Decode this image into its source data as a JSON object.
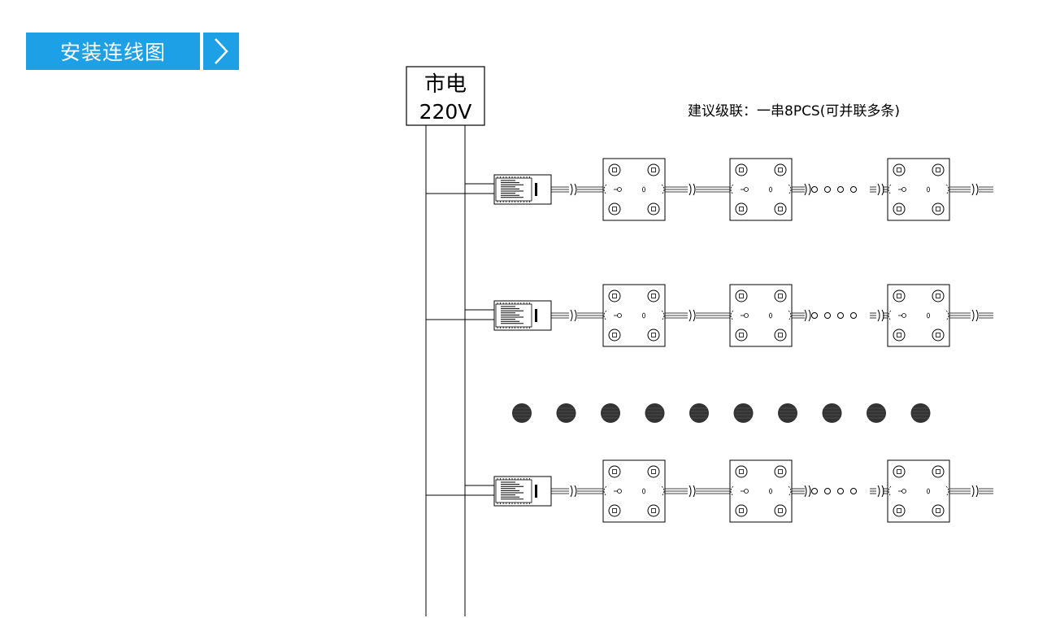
{
  "header": {
    "title": "安装连线图"
  },
  "mains": {
    "line1": "市电",
    "line2": "220V"
  },
  "note": "建议级联：一串8PCS(可并联多条)",
  "colors": {
    "accent": "#1ea0e6",
    "stroke": "#000000",
    "dot": "#333333"
  }
}
